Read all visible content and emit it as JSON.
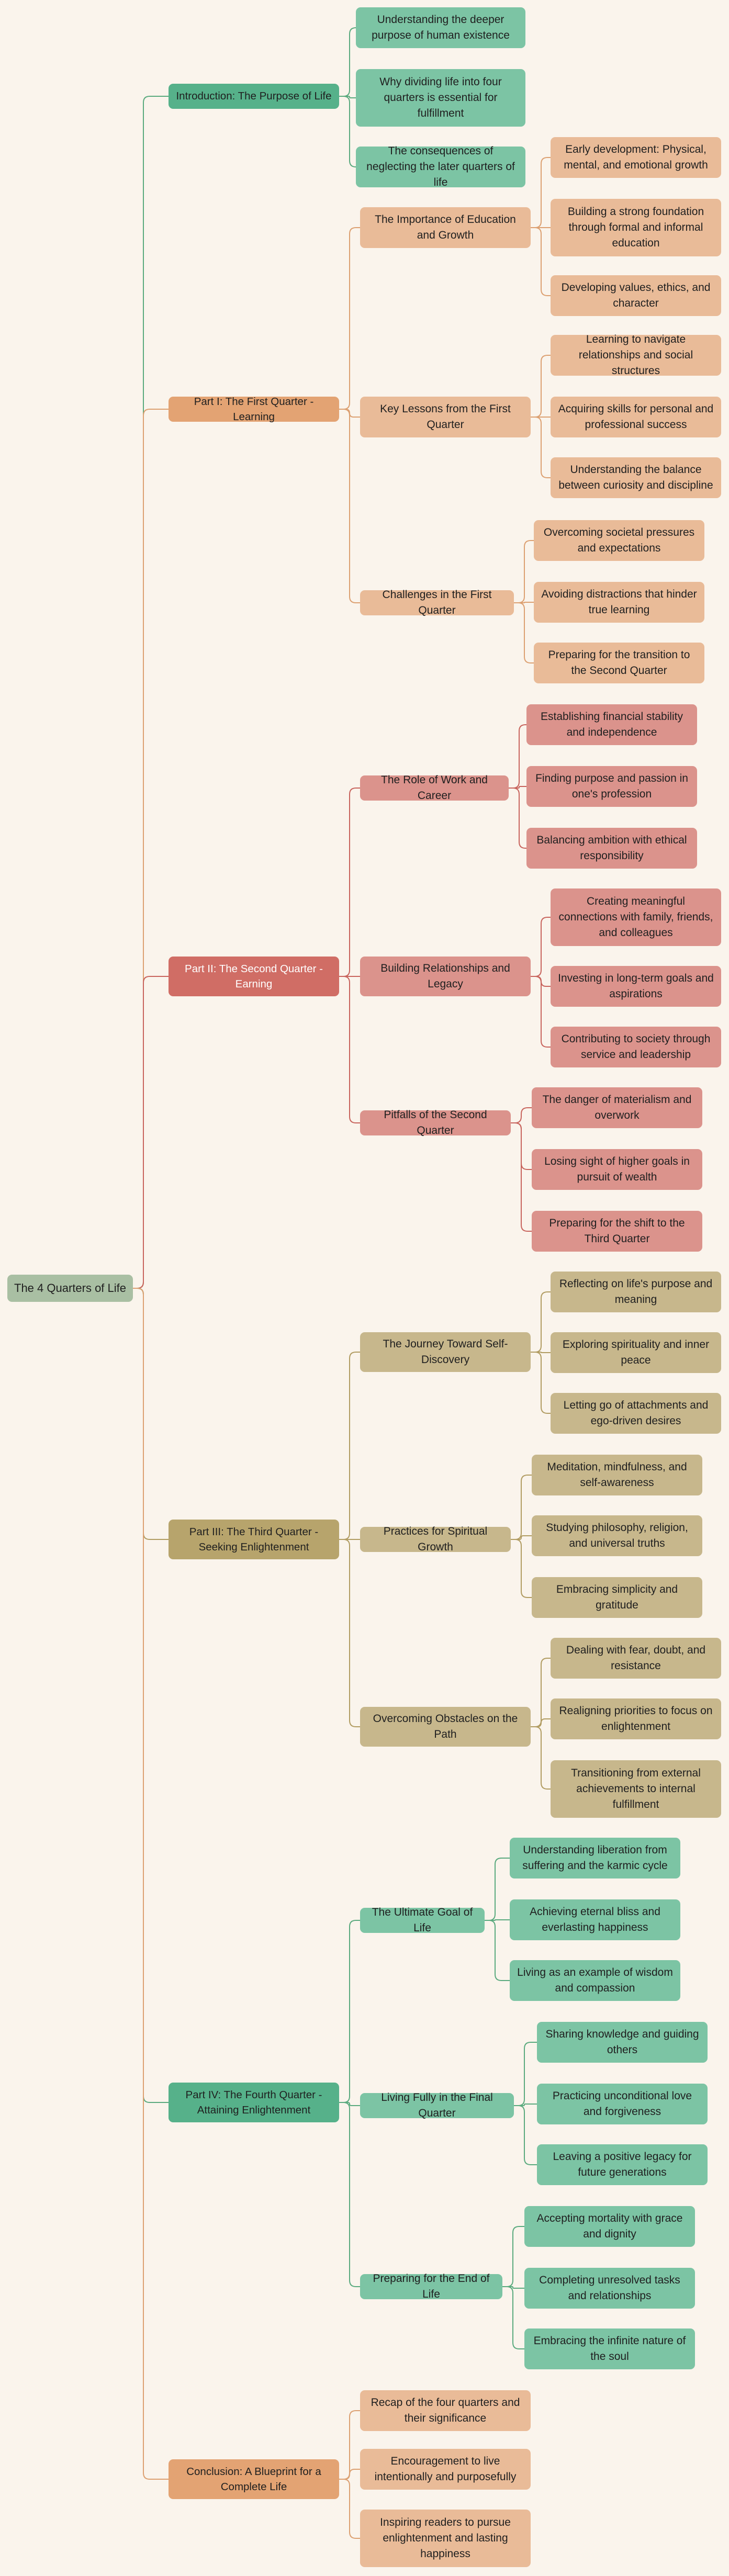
{
  "mindmap": {
    "root": {
      "label": "The 4 Quarters of Life",
      "color": "#a9bfa3",
      "text": "#1f1f1f"
    },
    "branches": [
      {
        "label": "Introduction: The Purpose of Life",
        "color": "#56b18a",
        "text": "#1f1f1f",
        "child": "#7cc4a4",
        "line": "#5aaa7e",
        "children": [
          {
            "label": "Understanding the deeper purpose of human existence"
          },
          {
            "label": "Why dividing life into four quarters is essential for fulfillment"
          },
          {
            "label": "The consequences of neglecting the later quarters of life"
          }
        ]
      },
      {
        "label": "Part I: The First Quarter - Learning",
        "color": "#e3a373",
        "text": "#1f1f1f",
        "child": "#e9bb98",
        "line": "#dca071",
        "children": [
          {
            "label": "The Importance of Education and Growth",
            "children": [
              "Early development: Physical, mental, and emotional growth",
              "Building a strong foundation through formal and informal education",
              "Developing values, ethics, and character"
            ]
          },
          {
            "label": "Key Lessons from the First Quarter",
            "children": [
              "Learning to navigate relationships and social structures",
              "Acquiring skills for personal and professional success",
              "Understanding the balance between curiosity and discipline"
            ]
          },
          {
            "label": "Challenges in the First Quarter",
            "children": [
              "Overcoming societal pressures and expectations",
              "Avoiding distractions that hinder true learning",
              "Preparing for the transition to the Second Quarter"
            ]
          }
        ]
      },
      {
        "label": "Part II: The Second Quarter - Earning",
        "color": "#d06d65",
        "text": "#ffffff",
        "child": "#db938c",
        "line": "#c8645d",
        "children": [
          {
            "label": "The Role of Work and Career",
            "children": [
              "Establishing financial stability and independence",
              "Finding purpose and passion in one's profession",
              "Balancing ambition with ethical responsibility"
            ]
          },
          {
            "label": "Building Relationships and Legacy",
            "children": [
              "Creating meaningful connections with family, friends, and colleagues",
              "Investing in long-term goals and aspirations",
              "Contributing to society through service and leadership"
            ]
          },
          {
            "label": "Pitfalls of the Second Quarter",
            "children": [
              "The danger of materialism and overwork",
              "Losing sight of higher goals in pursuit of wealth",
              "Preparing for the shift to the Third Quarter"
            ]
          }
        ]
      },
      {
        "label": "Part III: The Third Quarter - Seeking Enlightenment",
        "color": "#b7a46c",
        "text": "#1f1f1f",
        "child": "#c7b78c",
        "line": "#b19c62",
        "children": [
          {
            "label": "The Journey Toward Self-Discovery",
            "children": [
              "Reflecting on life's purpose and meaning",
              "Exploring spirituality and inner peace",
              "Letting go of attachments and ego-driven desires"
            ]
          },
          {
            "label": "Practices for Spiritual Growth",
            "children": [
              "Meditation, mindfulness, and self-awareness",
              "Studying philosophy, religion, and universal truths",
              "Embracing simplicity and gratitude"
            ]
          },
          {
            "label": "Overcoming Obstacles on the Path",
            "children": [
              "Dealing with fear, doubt, and resistance",
              "Realigning priorities to focus on enlightenment",
              "Transitioning from external achievements to internal fulfillment"
            ]
          }
        ]
      },
      {
        "label": "Part IV: The Fourth Quarter - Attaining Enlightenment",
        "color": "#56b18a",
        "text": "#1f1f1f",
        "child": "#7cc4a4",
        "line": "#5aaa7e",
        "children": [
          {
            "label": "The Ultimate Goal of Life",
            "children": [
              "Understanding liberation from suffering and the karmic cycle",
              "Achieving eternal bliss and everlasting happiness",
              "Living as an example of wisdom and compassion"
            ]
          },
          {
            "label": "Living Fully in the Final Quarter",
            "children": [
              "Sharing knowledge and guiding others",
              "Practicing unconditional love and forgiveness",
              "Leaving a positive legacy for future generations"
            ]
          },
          {
            "label": "Preparing for the End of Life",
            "children": [
              "Accepting mortality with grace and dignity",
              "Completing unresolved tasks and relationships",
              "Embracing the infinite nature of the soul"
            ]
          }
        ]
      },
      {
        "label": "Conclusion: A Blueprint for a Complete Life",
        "color": "#e3a373",
        "text": "#1f1f1f",
        "child": "#e9bb98",
        "line": "#dca071",
        "children": [
          {
            "label": "Recap of the four quarters and their significance"
          },
          {
            "label": "Encouragement to live intentionally and purposefully"
          },
          {
            "label": "Inspiring readers to pursue enlightenment and lasting happiness"
          }
        ]
      }
    ]
  }
}
